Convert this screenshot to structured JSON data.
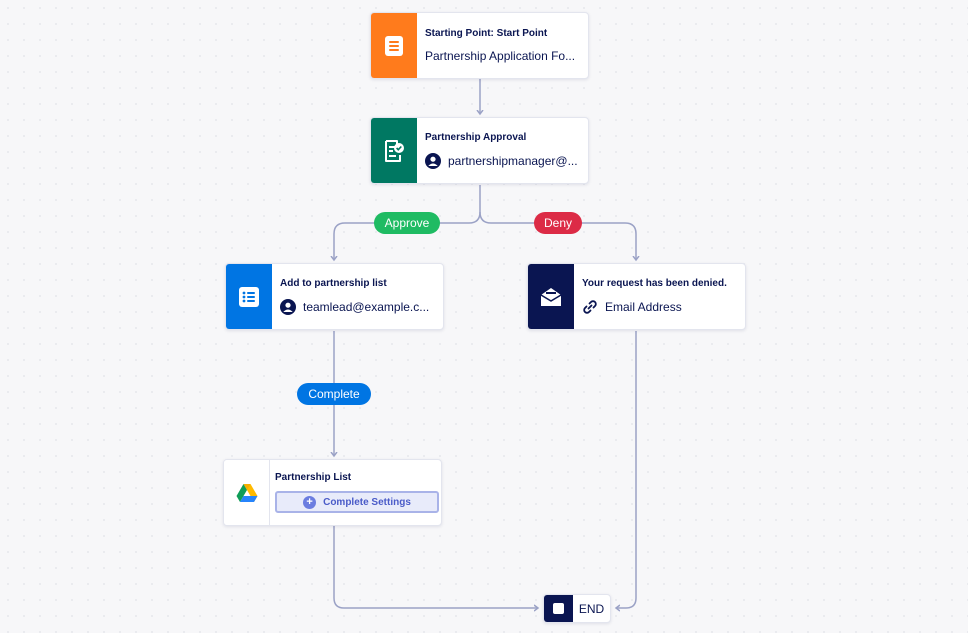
{
  "flow": {
    "start": {
      "title": "Starting Point: Start Point",
      "subtitle": "Partnership Application Fo...",
      "color": "#ff7b1c",
      "icon": "form-icon"
    },
    "approval": {
      "title": "Partnership Approval",
      "subtitle": "partnershipmanager@...",
      "color": "#007862",
      "icon": "approval-document-icon",
      "sub_icon": "user-icon"
    },
    "approve_branch": {
      "label": "Approve",
      "color": "#1fbb63"
    },
    "deny_branch": {
      "label": "Deny",
      "color": "#dc2b46"
    },
    "task": {
      "title": "Add to partnership list",
      "subtitle": "teamlead@example.c...",
      "color": "#0075e3",
      "icon": "task-list-icon",
      "sub_icon": "user-icon"
    },
    "email": {
      "title": "Your request has been denied.",
      "subtitle": "Email Address",
      "color": "#0a1551",
      "icon": "email-envelope-icon",
      "sub_icon": "link-icon"
    },
    "complete_branch": {
      "label": "Complete",
      "color": "#0075e3"
    },
    "integration": {
      "title": "Partnership List",
      "button": "Complete Settings",
      "icon": "google-drive-icon"
    },
    "end": {
      "label": "END"
    }
  },
  "colors": {
    "connector": "#9ba2c6",
    "text": "#0a1551"
  }
}
